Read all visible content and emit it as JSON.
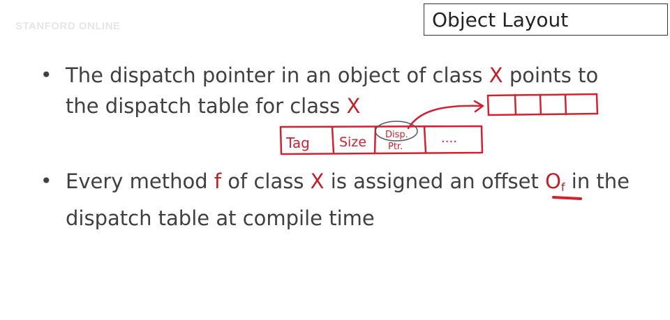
{
  "title": "Object Layout",
  "logo_text": "STANFORD ONLINE",
  "bullets": [
    {
      "parts": [
        "The dispatch pointer in an object of class ",
        "X",
        " points to the dispatch table for class ",
        "X"
      ]
    },
    {
      "parts": [
        "Every method ",
        "f",
        " of class ",
        "X",
        " is assigned an offset ",
        "O",
        "f",
        " in the dispatch table at compile time"
      ]
    }
  ],
  "annotation": {
    "object_cells": [
      "Tag",
      "Size",
      "Disp.",
      "Ptr.",
      "...."
    ],
    "dispatch_table_cells": 4
  },
  "colors": {
    "text": "#404040",
    "highlight": "#c0202a",
    "ink": "#d42030"
  }
}
